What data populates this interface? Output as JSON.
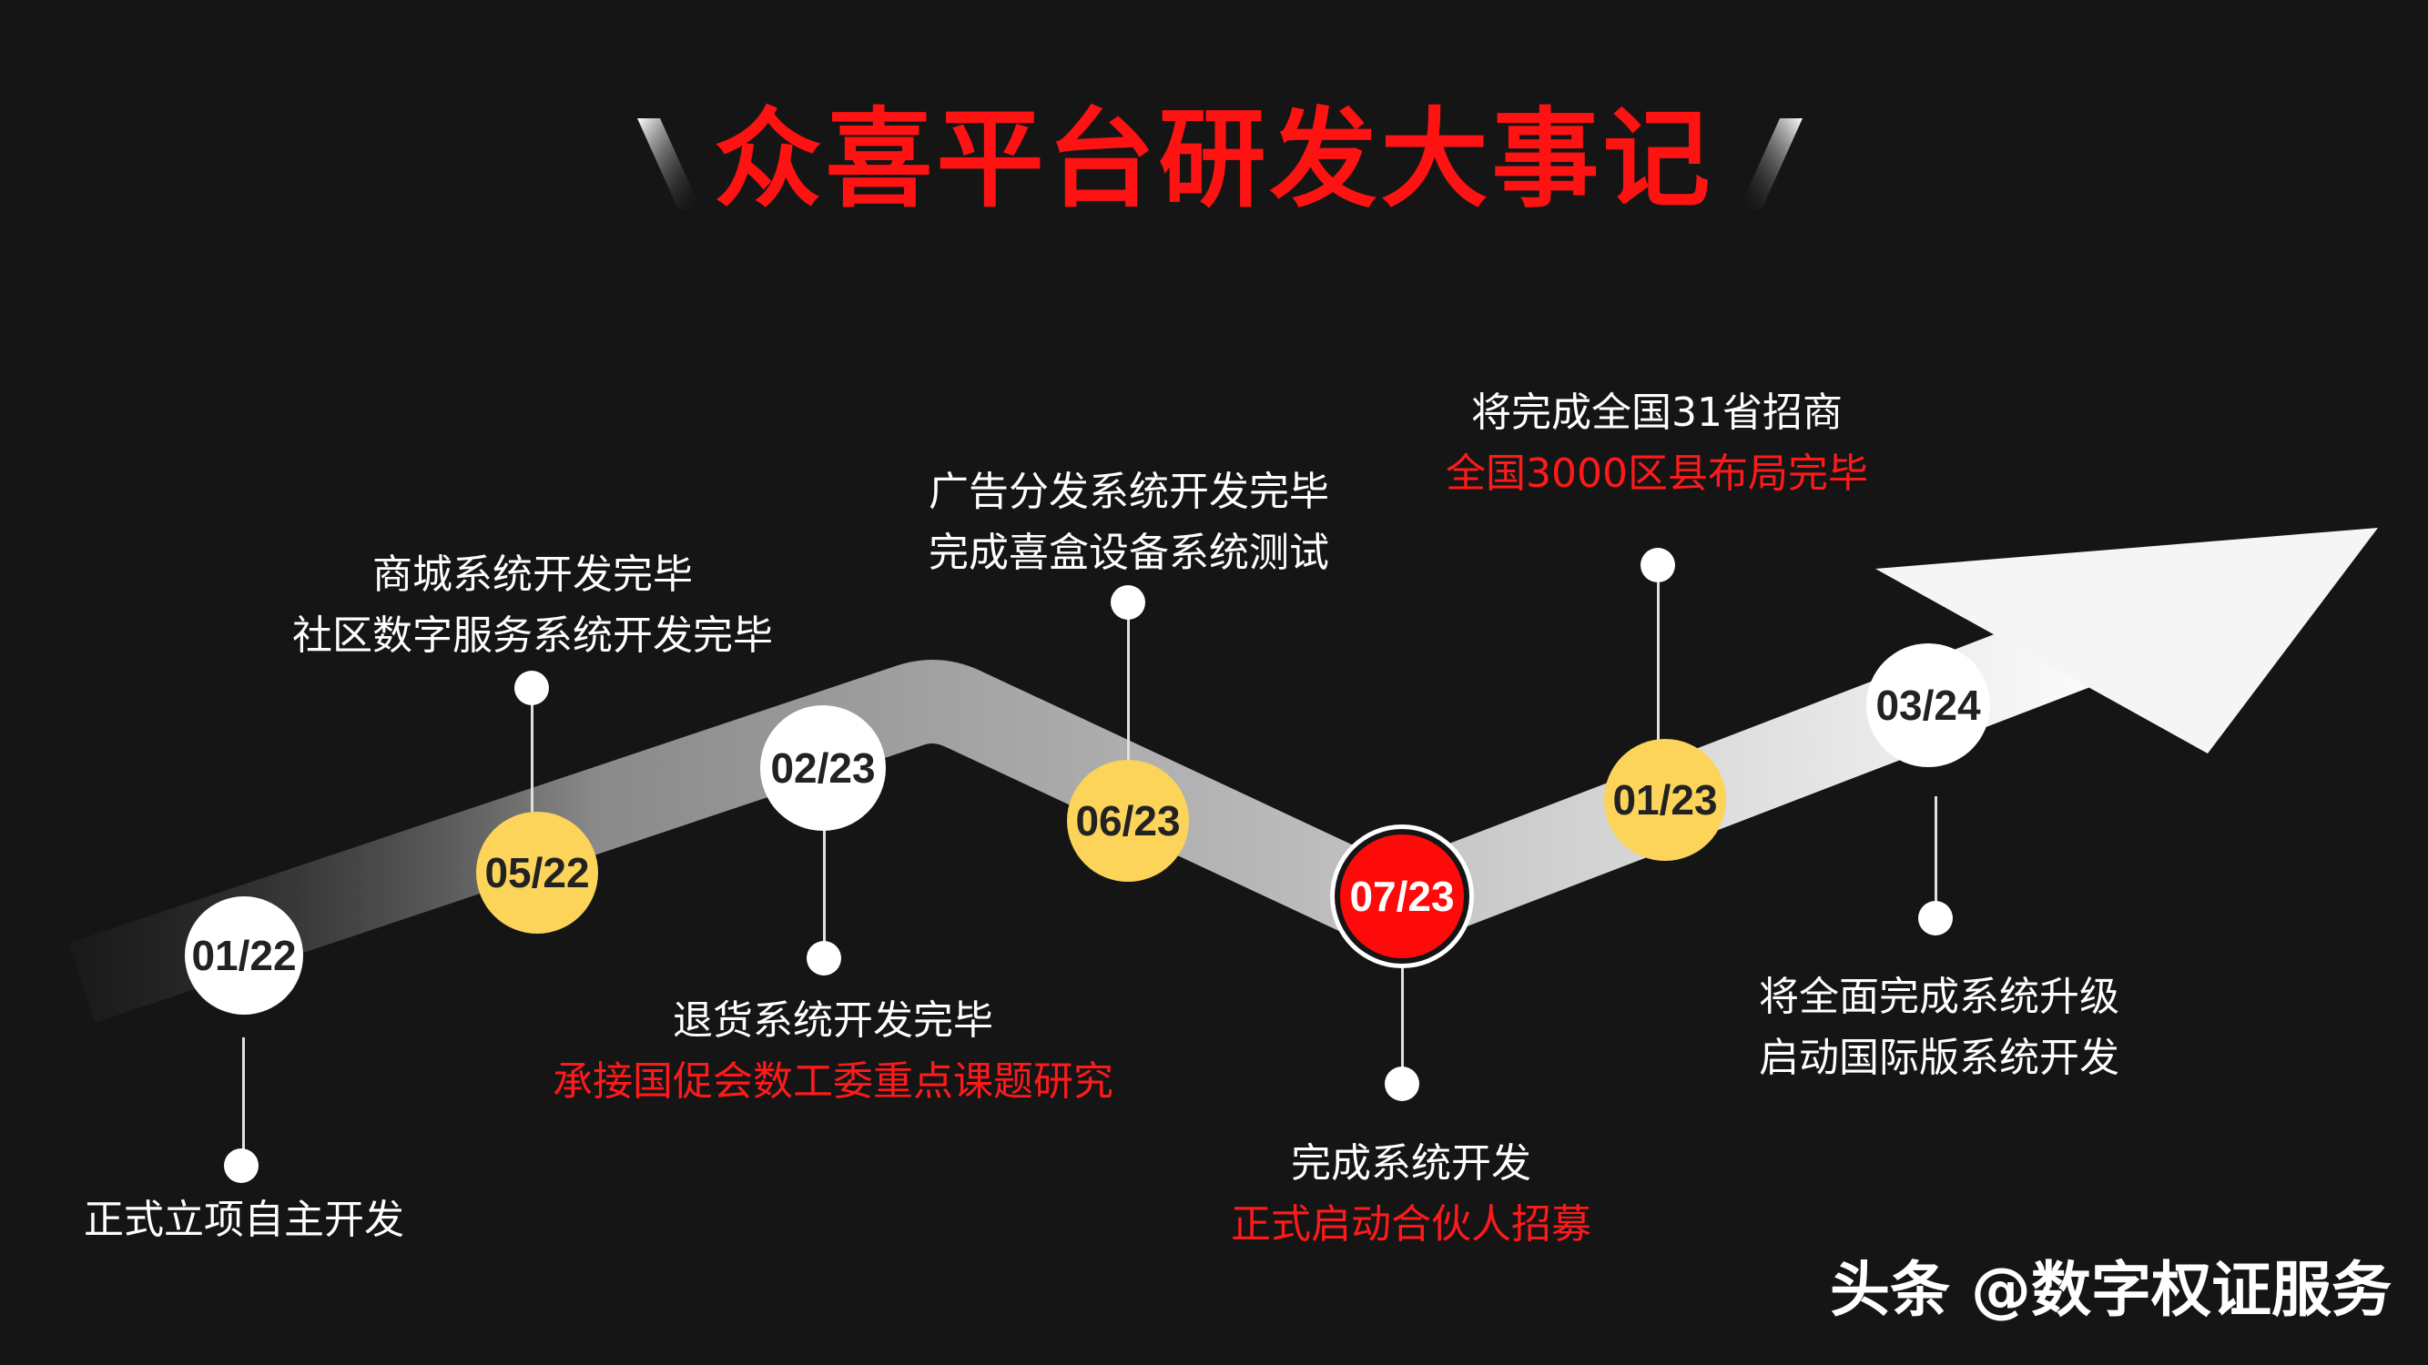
{
  "title": "众喜平台研发大事记",
  "colors": {
    "accent_red": "#ff1212",
    "milestone_yellow": "#fcd45a",
    "background": "#151515"
  },
  "milestones": [
    {
      "date": "01/22",
      "style": "white",
      "lines": [
        {
          "text": "正式立项自主开发",
          "color": "white"
        }
      ]
    },
    {
      "date": "05/22",
      "style": "yellow",
      "lines": [
        {
          "text": "商城系统开发完毕",
          "color": "white"
        },
        {
          "text": "社区数字服务系统开发完毕",
          "color": "white"
        }
      ]
    },
    {
      "date": "02/23",
      "style": "white",
      "lines": [
        {
          "text": "退货系统开发完毕",
          "color": "white"
        },
        {
          "text": "承接国促会数工委重点课题研究",
          "color": "red"
        }
      ]
    },
    {
      "date": "06/23",
      "style": "yellow",
      "lines": [
        {
          "text": "广告分发系统开发完毕",
          "color": "white"
        },
        {
          "text": "完成喜盒设备系统测试",
          "color": "white"
        }
      ]
    },
    {
      "date": "07/23",
      "style": "red",
      "lines": [
        {
          "text": "完成系统开发",
          "color": "white"
        },
        {
          "text": "正式启动合伙人招募",
          "color": "red"
        }
      ]
    },
    {
      "date": "01/23",
      "style": "yellow",
      "lines": [
        {
          "text": "将完成全国31省招商",
          "color": "white"
        },
        {
          "text": "全国3000区县布局完毕",
          "color": "red"
        }
      ]
    },
    {
      "date": "03/24",
      "style": "white",
      "lines": [
        {
          "text": "将全面完成系统升级",
          "color": "white"
        },
        {
          "text": "启动国际版系统开发",
          "color": "white"
        }
      ]
    }
  ],
  "watermark": "头条 @数字权证服务"
}
